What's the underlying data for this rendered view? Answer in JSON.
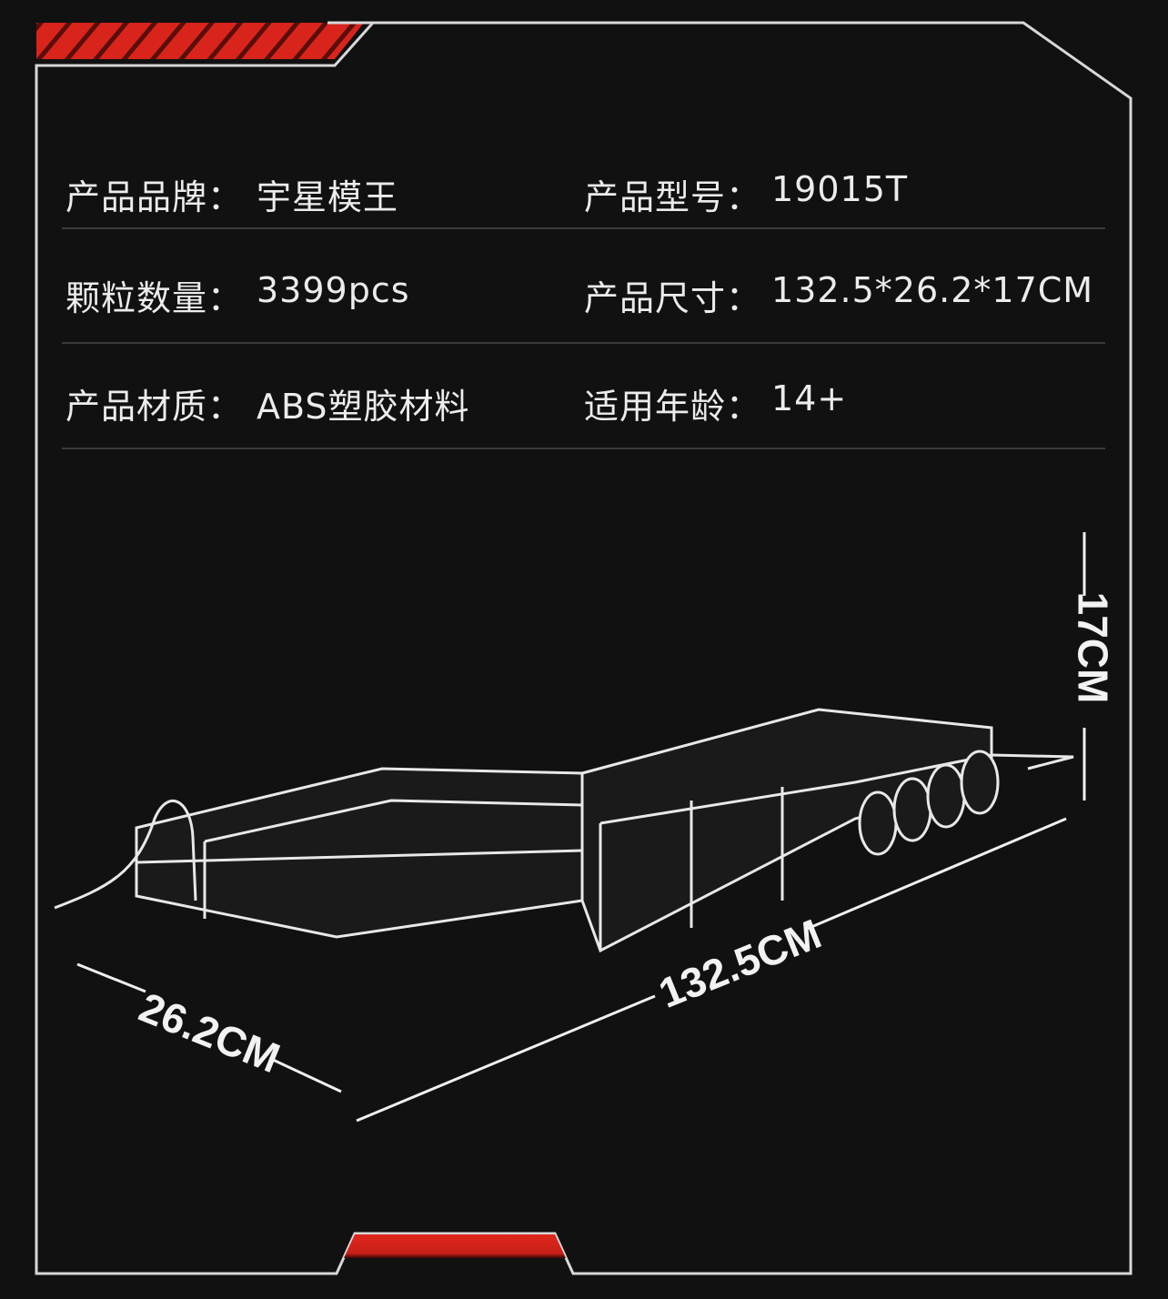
{
  "specs": [
    {
      "label": "产品品牌：",
      "value": "宇星模王"
    },
    {
      "label": "产品型号：",
      "value": "19015T"
    },
    {
      "label": "颗粒数量：",
      "value": "3399pcs"
    },
    {
      "label": "产品尺寸：",
      "value": "132.5*26.2*17CM"
    },
    {
      "label": "产品材质：",
      "value": "ABS塑胶材料"
    },
    {
      "label": "适用年龄：",
      "value": "14+"
    }
  ],
  "dimensions": {
    "height": "17CM",
    "length": "132.5CM",
    "width": "26.2CM"
  },
  "colors": {
    "background": "#111111",
    "accent": "#d9241c",
    "frame": "#d8d8d8"
  }
}
